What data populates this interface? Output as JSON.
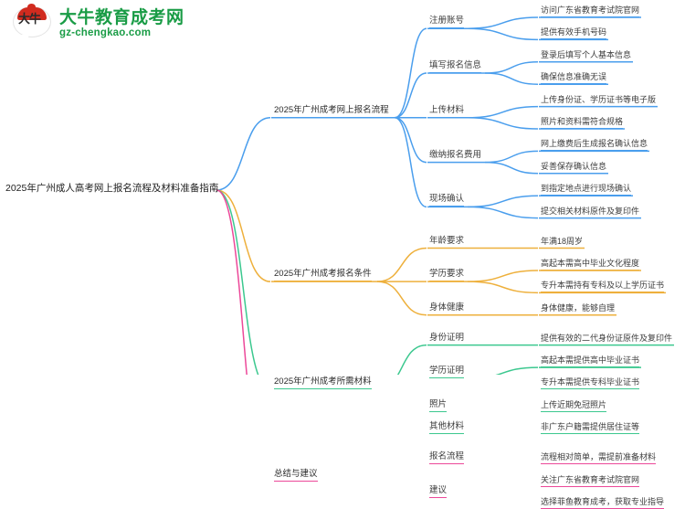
{
  "brand": {
    "logo_cn": "大牛",
    "title": "大牛教育成考网",
    "subtitle": "gz-chengkao.com"
  },
  "colors": {
    "blue": "#4a9eed",
    "orange": "#eeb03c",
    "green": "#3cc88f",
    "pink": "#ec4899",
    "text": "#3a3a3a"
  },
  "mindmap": {
    "root": "2025年广州成人高考网上报名流程及材料准备指南",
    "branches": [
      {
        "label": "2025年广州成考网上报名流程",
        "color": "#4a9eed",
        "children": [
          {
            "label": "注册账号",
            "leaves": [
              "访问广东省教育考试院官网",
              "提供有效手机号码"
            ]
          },
          {
            "label": "填写报名信息",
            "leaves": [
              "登录后填写个人基本信息",
              "确保信息准确无误"
            ]
          },
          {
            "label": "上传材料",
            "leaves": [
              "上传身份证、学历证书等电子版",
              "照片和资料需符合规格"
            ]
          },
          {
            "label": "缴纳报名费用",
            "leaves": [
              "网上缴费后生成报名确认信息",
              "妥善保存确认信息"
            ]
          },
          {
            "label": "现场确认",
            "leaves": [
              "到指定地点进行现场确认",
              "提交相关材料原件及复印件"
            ]
          }
        ]
      },
      {
        "label": "2025年广州成考报名条件",
        "color": "#eeb03c",
        "children": [
          {
            "label": "年龄要求",
            "leaves": [
              "年满18周岁"
            ]
          },
          {
            "label": "学历要求",
            "leaves": [
              "高起本需高中毕业文化程度",
              "专升本需持有专科及以上学历证书"
            ]
          },
          {
            "label": "身体健康",
            "leaves": [
              "身体健康，能够自理"
            ]
          }
        ]
      },
      {
        "label": "2025年广州成考所需材料",
        "color": "#3cc88f",
        "children": [
          {
            "label": "身份证明",
            "leaves": [
              "提供有效的二代身份证原件及复印件"
            ]
          },
          {
            "label": "学历证明",
            "leaves": [
              "高起本需提供高中毕业证书",
              "专升本需提供专科毕业证书"
            ]
          },
          {
            "label": "照片",
            "leaves": [
              "上传近期免冠照片"
            ]
          },
          {
            "label": "其他材料",
            "leaves": [
              "非广东户籍需提供居住证等"
            ]
          }
        ]
      },
      {
        "label": "总结与建议",
        "color": "#ec4899",
        "children": [
          {
            "label": "报名流程",
            "leaves": [
              "流程相对简单，需提前准备材料"
            ]
          },
          {
            "label": "建议",
            "leaves": [
              "关注广东省教育考试院官网",
              "选择菲鱼教育成考，获取专业指导"
            ]
          }
        ]
      }
    ]
  }
}
